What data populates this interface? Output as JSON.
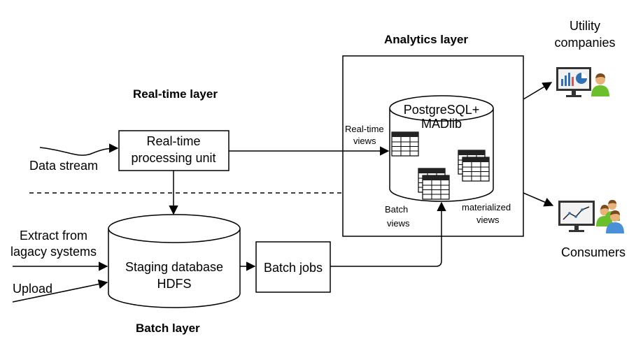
{
  "layers": {
    "analytics_title": "Analytics layer",
    "realtime_title": "Real-time layer",
    "batch_title": "Batch layer"
  },
  "inputs": {
    "data_stream": "Data stream",
    "extract_line1": "Extract from",
    "extract_line2": "lagacy systems",
    "upload": "Upload"
  },
  "nodes": {
    "realtime_unit_line1": "Real-time",
    "realtime_unit_line2": "processing unit",
    "staging_line1": "Staging database",
    "staging_line2": "HDFS",
    "batch_jobs": "Batch jobs",
    "db_line1": "PostgreSQL+",
    "db_line2": "MADlib"
  },
  "views": {
    "realtime_line1": "Real-time",
    "realtime_line2": "views",
    "batch_line1": "Batch",
    "batch_line2": "views",
    "materialized_line1": "materialized",
    "materialized_line2": "views"
  },
  "outputs": {
    "utility_line1": "Utility",
    "utility_line2": "companies",
    "consumers": "Consumers"
  },
  "colors": {
    "line": "#000000",
    "table_header": "#222222",
    "screen_bg": "#f2f2f2",
    "chart_blue": "#2f6fb5",
    "chart_red": "#d9534f",
    "person_green": "#6cbf2c",
    "person_blue": "#4a90d9",
    "person_skin": "#e8b37a",
    "person_hair": "#7a4a1a"
  },
  "icons": [
    "table-icon",
    "monitor-dashboard-icon",
    "monitor-line-chart-icon",
    "user-icon",
    "group-icon"
  ]
}
